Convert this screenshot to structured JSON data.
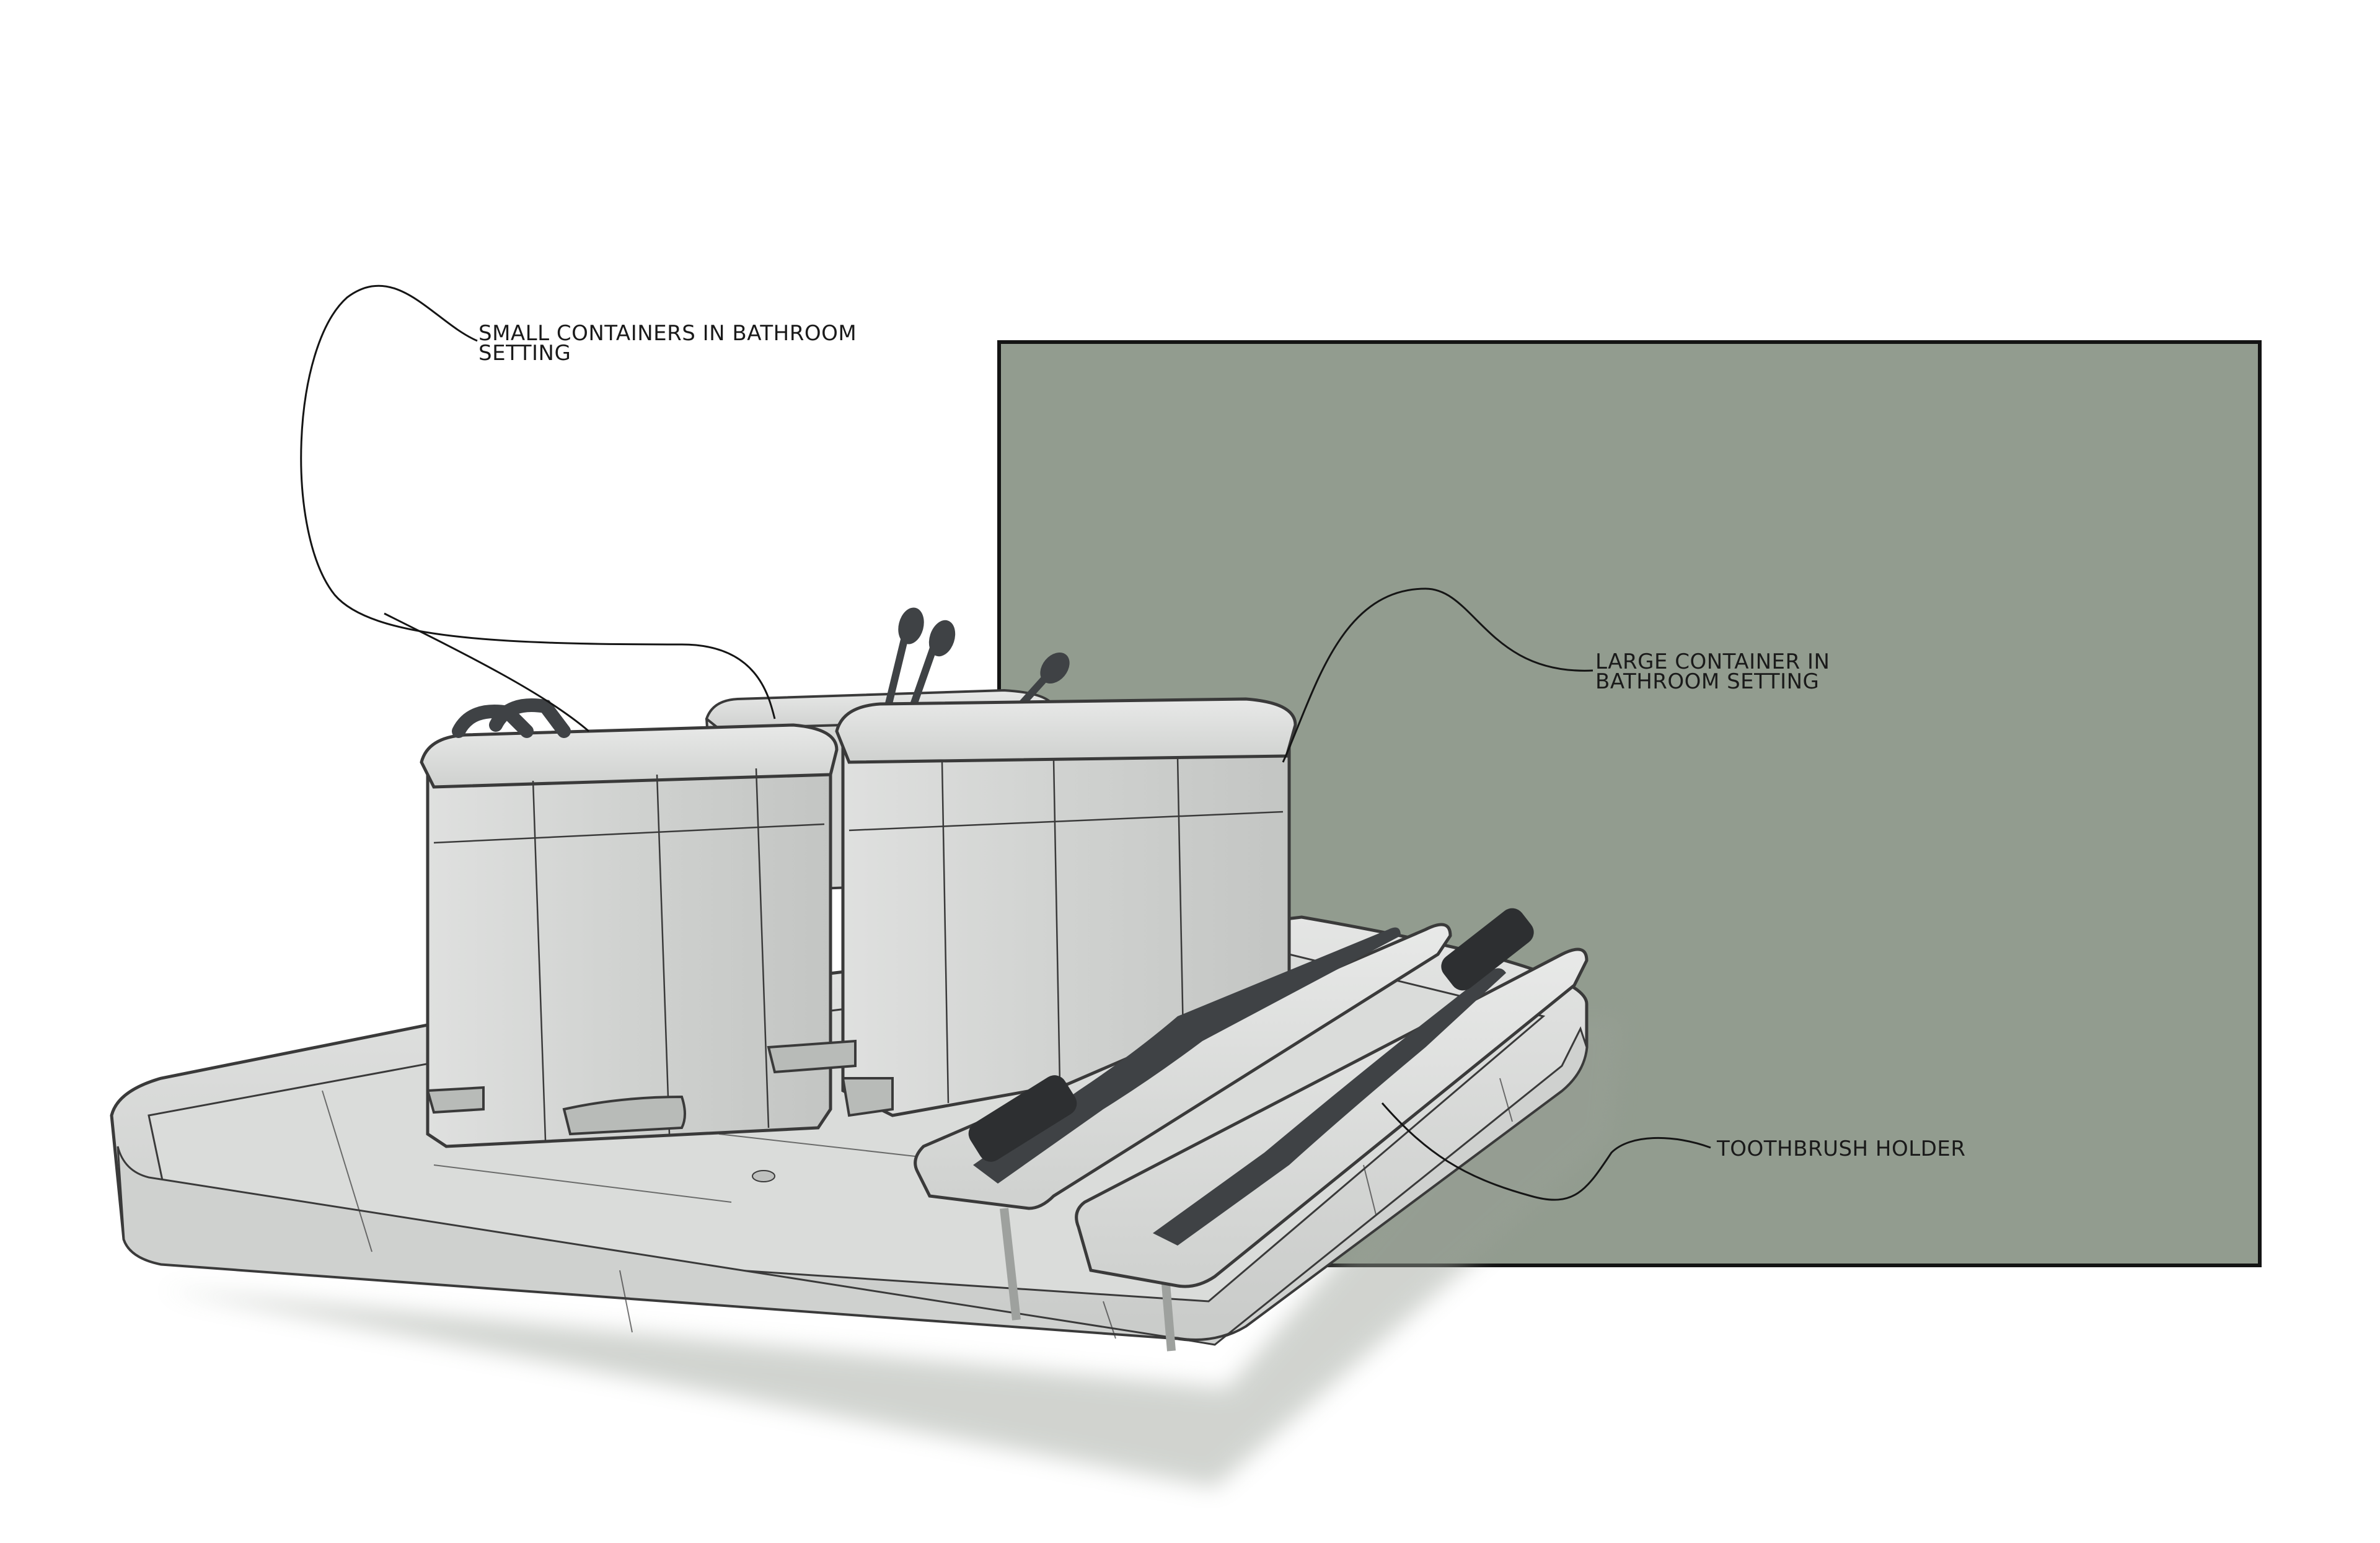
{
  "diagram": {
    "callouts": {
      "small_containers": {
        "line1": "SMALL CONTAINERS IN BATHROOM",
        "line2": "SETTING"
      },
      "large_container": {
        "line1": "LARGE CONTAINER IN",
        "line2": "BATHROOM SETTING"
      },
      "toothbrush_holder": {
        "line1": "TOOTHBRUSH HOLDER"
      }
    },
    "colors": {
      "backdrop_panel": "#929c8f",
      "panel_border": "#141414",
      "product_fill": "#d9dbd9",
      "product_shadow": "#b7bab7",
      "outline": "#3a3a3a",
      "toothbrush": "#3f4245",
      "leader_line": "#151515"
    }
  }
}
